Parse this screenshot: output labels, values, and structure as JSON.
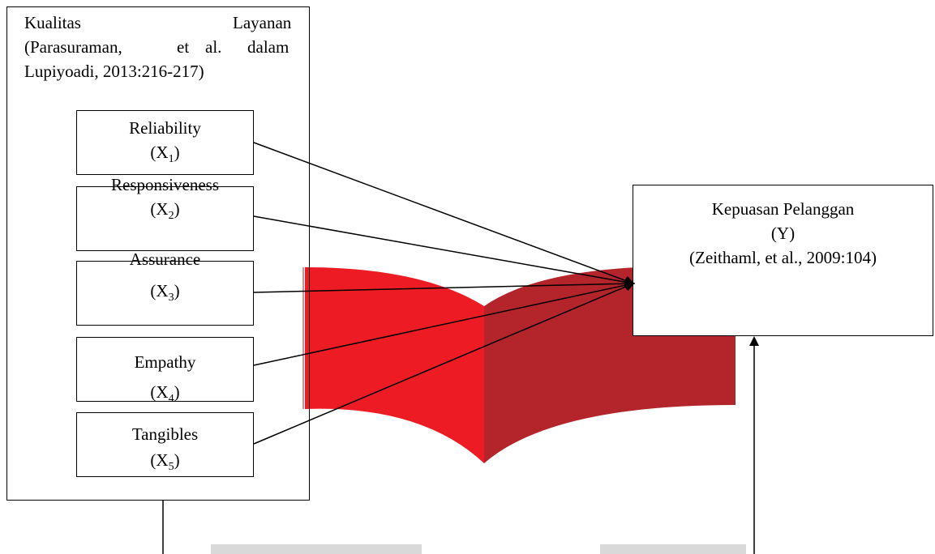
{
  "outer_box": {
    "title_line1_left": "Kualitas",
    "title_line1_right": "Layanan",
    "title_line2_parts": [
      "(Parasuraman,",
      "et",
      "al.",
      "dalam"
    ],
    "title_line3": "Lupiyoadi, 2013:216-217)"
  },
  "dimensions": [
    {
      "label": "Reliability",
      "symbol": "X",
      "subscript": "1"
    },
    {
      "label": "Responsiveness",
      "symbol": "X",
      "subscript": "2"
    },
    {
      "label": "Assurance",
      "symbol": "X",
      "subscript": "3"
    },
    {
      "label": "Empathy",
      "symbol": "X",
      "subscript": "4"
    },
    {
      "label": "Tangibles",
      "symbol": "X",
      "subscript": "5"
    }
  ],
  "target_box": {
    "line1": "Kepuasan Pelanggan",
    "line2": "(Y)",
    "line3": "(Zeithaml, et al., 2009:104)"
  },
  "colors": {
    "watermark_left": "#ed1c24",
    "watermark_right": "#b3252b",
    "watermark_bottom": "#d9d9d9",
    "line": "#000000"
  }
}
